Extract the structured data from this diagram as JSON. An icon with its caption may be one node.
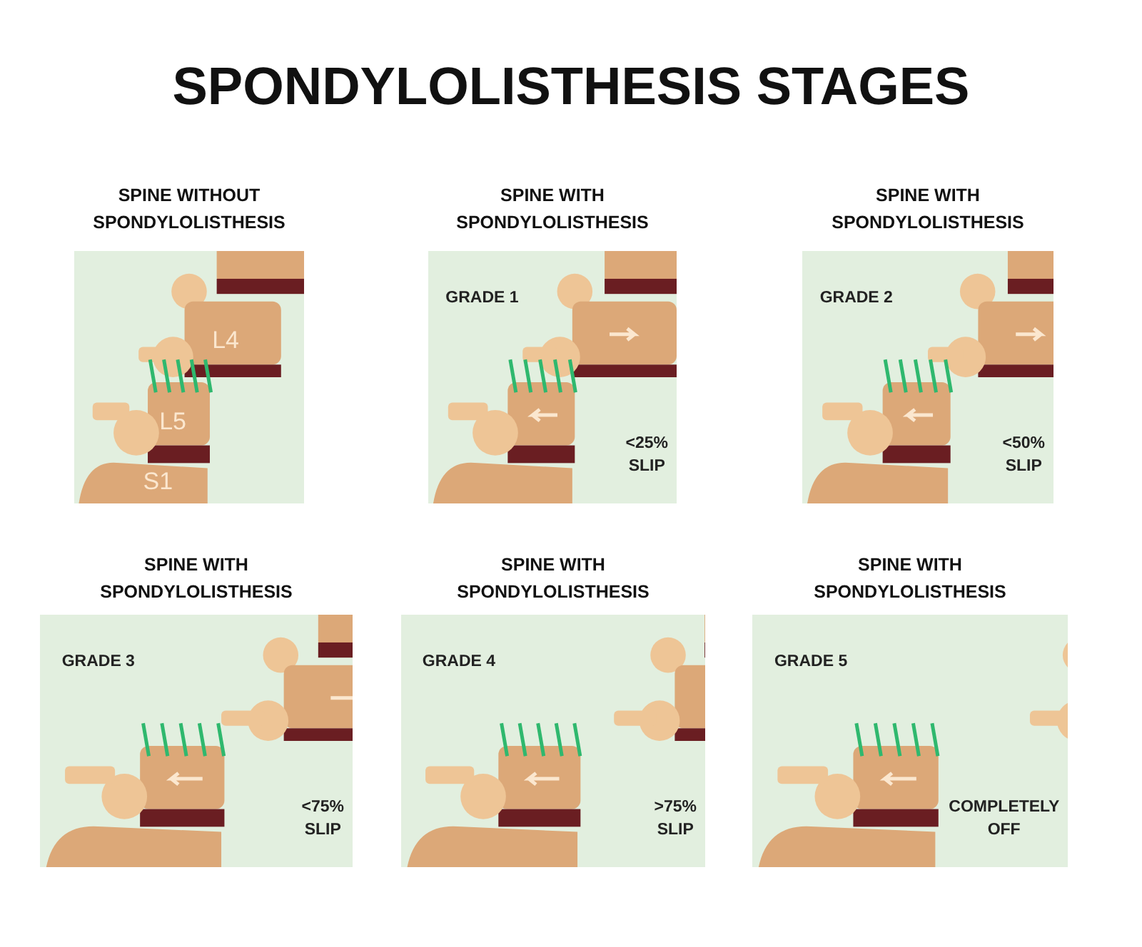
{
  "diagram": {
    "title": "SPONDYLOLISTHESIS STAGES",
    "nodes": [
      {
        "text": [
          "SPINE WITHOUT SPONDYLOLISTHESIS"
        ]
      },
      {
        "text": [
          "SPINE WITH SPONDYLOLISTHESIS",
          "GRADE 1",
          "<25% SLIP"
        ]
      },
      {
        "text": [
          "SPINE WITH SPONDYLOLISTHESIS",
          "GRADE 2",
          "<50% SLIP"
        ]
      },
      {
        "text": [
          "SPINE WITH SPONDYLOLISTHESIS",
          "GRADE 3",
          "<75% SLIP"
        ]
      },
      {
        "text": [
          "SPINE WITH SPONDYLOLISTHESIS",
          "GRADE 4",
          ">75% SLIP"
        ]
      },
      {
        "text": [
          "SPINE WITH SPONDYLOLISTHESIS",
          "GRADE 5",
          "COMPLETELY OFF"
        ]
      }
    ],
    "labels": [
      "L4",
      "L5",
      "S1"
    ]
  }
}
